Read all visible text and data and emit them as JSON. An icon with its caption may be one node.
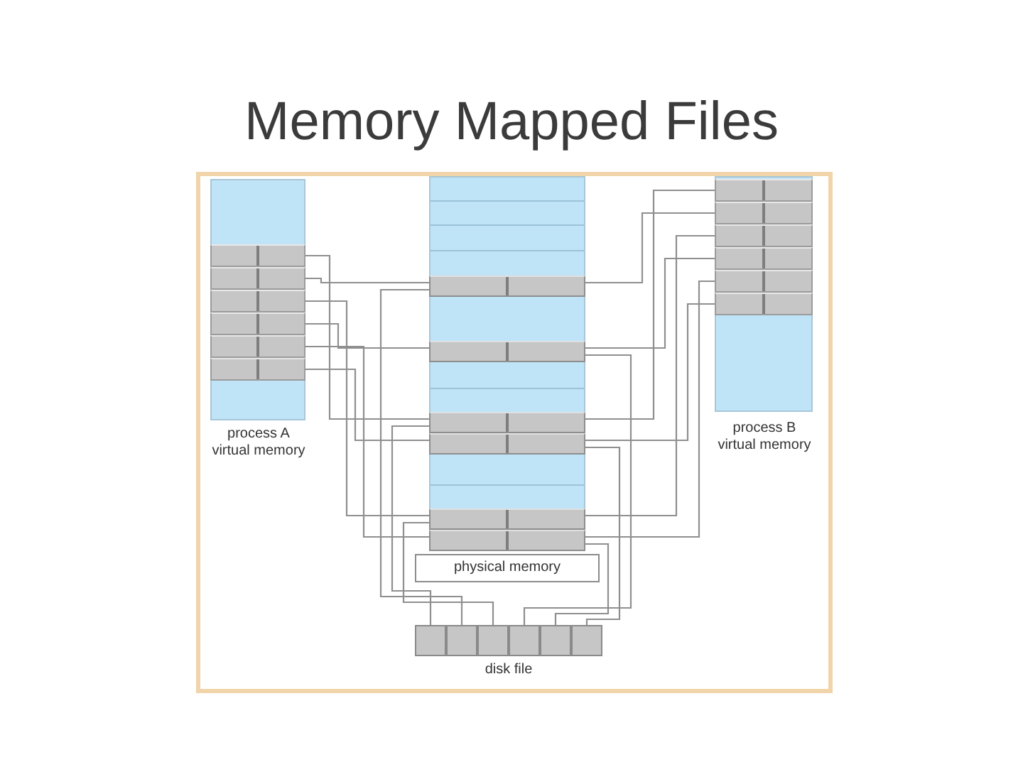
{
  "diagram": {
    "title": "Memory Mapped Files",
    "nodes": [
      {
        "text": [
          "process A virtual memory"
        ]
      },
      {
        "text": [],
        "shape": "box",
        "in": 0
      },
      {
        "text": [],
        "shape": "box",
        "in": 0
      },
      {
        "text": [],
        "shape": "box",
        "in": 0
      },
      {
        "text": [],
        "shape": "box",
        "in": 0
      },
      {
        "text": [],
        "shape": "box",
        "in": 0
      },
      {
        "text": [],
        "shape": "box",
        "in": 0
      },
      {
        "text": [
          "physical memory"
        ]
      },
      {
        "text": [],
        "shape": "box",
        "in": 7
      },
      {
        "text": [],
        "shape": "box",
        "in": 7
      },
      {
        "text": [],
        "shape": "box",
        "in": 7
      },
      {
        "text": [],
        "shape": "box",
        "in": 7
      },
      {
        "text": [],
        "shape": "box",
        "in": 7
      },
      {
        "text": [],
        "shape": "box",
        "in": 7
      },
      {
        "text": [
          "process B virtual memory"
        ]
      },
      {
        "text": [],
        "shape": "box",
        "in": 14
      },
      {
        "text": [],
        "shape": "box",
        "in": 14
      },
      {
        "text": [],
        "shape": "box",
        "in": 14
      },
      {
        "text": [],
        "shape": "box",
        "in": 14
      },
      {
        "text": [],
        "shape": "box",
        "in": 14
      },
      {
        "text": [],
        "shape": "box",
        "in": 14
      },
      {
        "text": [
          "disk file"
        ]
      },
      {
        "text": [],
        "shape": "box",
        "in": 21
      },
      {
        "text": [],
        "shape": "box",
        "in": 21
      },
      {
        "text": [],
        "shape": "box",
        "in": 21
      },
      {
        "text": [],
        "shape": "box",
        "in": 21
      },
      {
        "text": [],
        "shape": "box",
        "in": 21
      },
      {
        "text": [],
        "shape": "box",
        "in": 21
      }
    ],
    "edges": [
      {
        "from": 1,
        "to": 10,
        "arrow": "none"
      },
      {
        "from": 2,
        "to": 8,
        "arrow": "none"
      },
      {
        "from": 3,
        "to": 12,
        "arrow": "none"
      },
      {
        "from": 4,
        "to": 9,
        "arrow": "none"
      },
      {
        "from": 5,
        "to": 13,
        "arrow": "none"
      },
      {
        "from": 6,
        "to": 11,
        "arrow": "none"
      },
      {
        "from": 15,
        "to": 10,
        "arrow": "none"
      },
      {
        "from": 16,
        "to": 8,
        "arrow": "none"
      },
      {
        "from": 17,
        "to": 12,
        "arrow": "none"
      },
      {
        "from": 18,
        "to": 9,
        "arrow": "none"
      },
      {
        "from": 19,
        "to": 13,
        "arrow": "none"
      },
      {
        "from": 20,
        "to": 11,
        "arrow": "none"
      },
      {
        "from": 10,
        "to": 22,
        "arrow": "none"
      },
      {
        "from": 8,
        "to": 23,
        "arrow": "none"
      },
      {
        "from": 12,
        "to": 24,
        "arrow": "none"
      },
      {
        "from": 9,
        "to": 25,
        "arrow": "none"
      },
      {
        "from": 13,
        "to": 26,
        "arrow": "none"
      },
      {
        "from": 11,
        "to": 27,
        "arrow": "none"
      }
    ]
  }
}
